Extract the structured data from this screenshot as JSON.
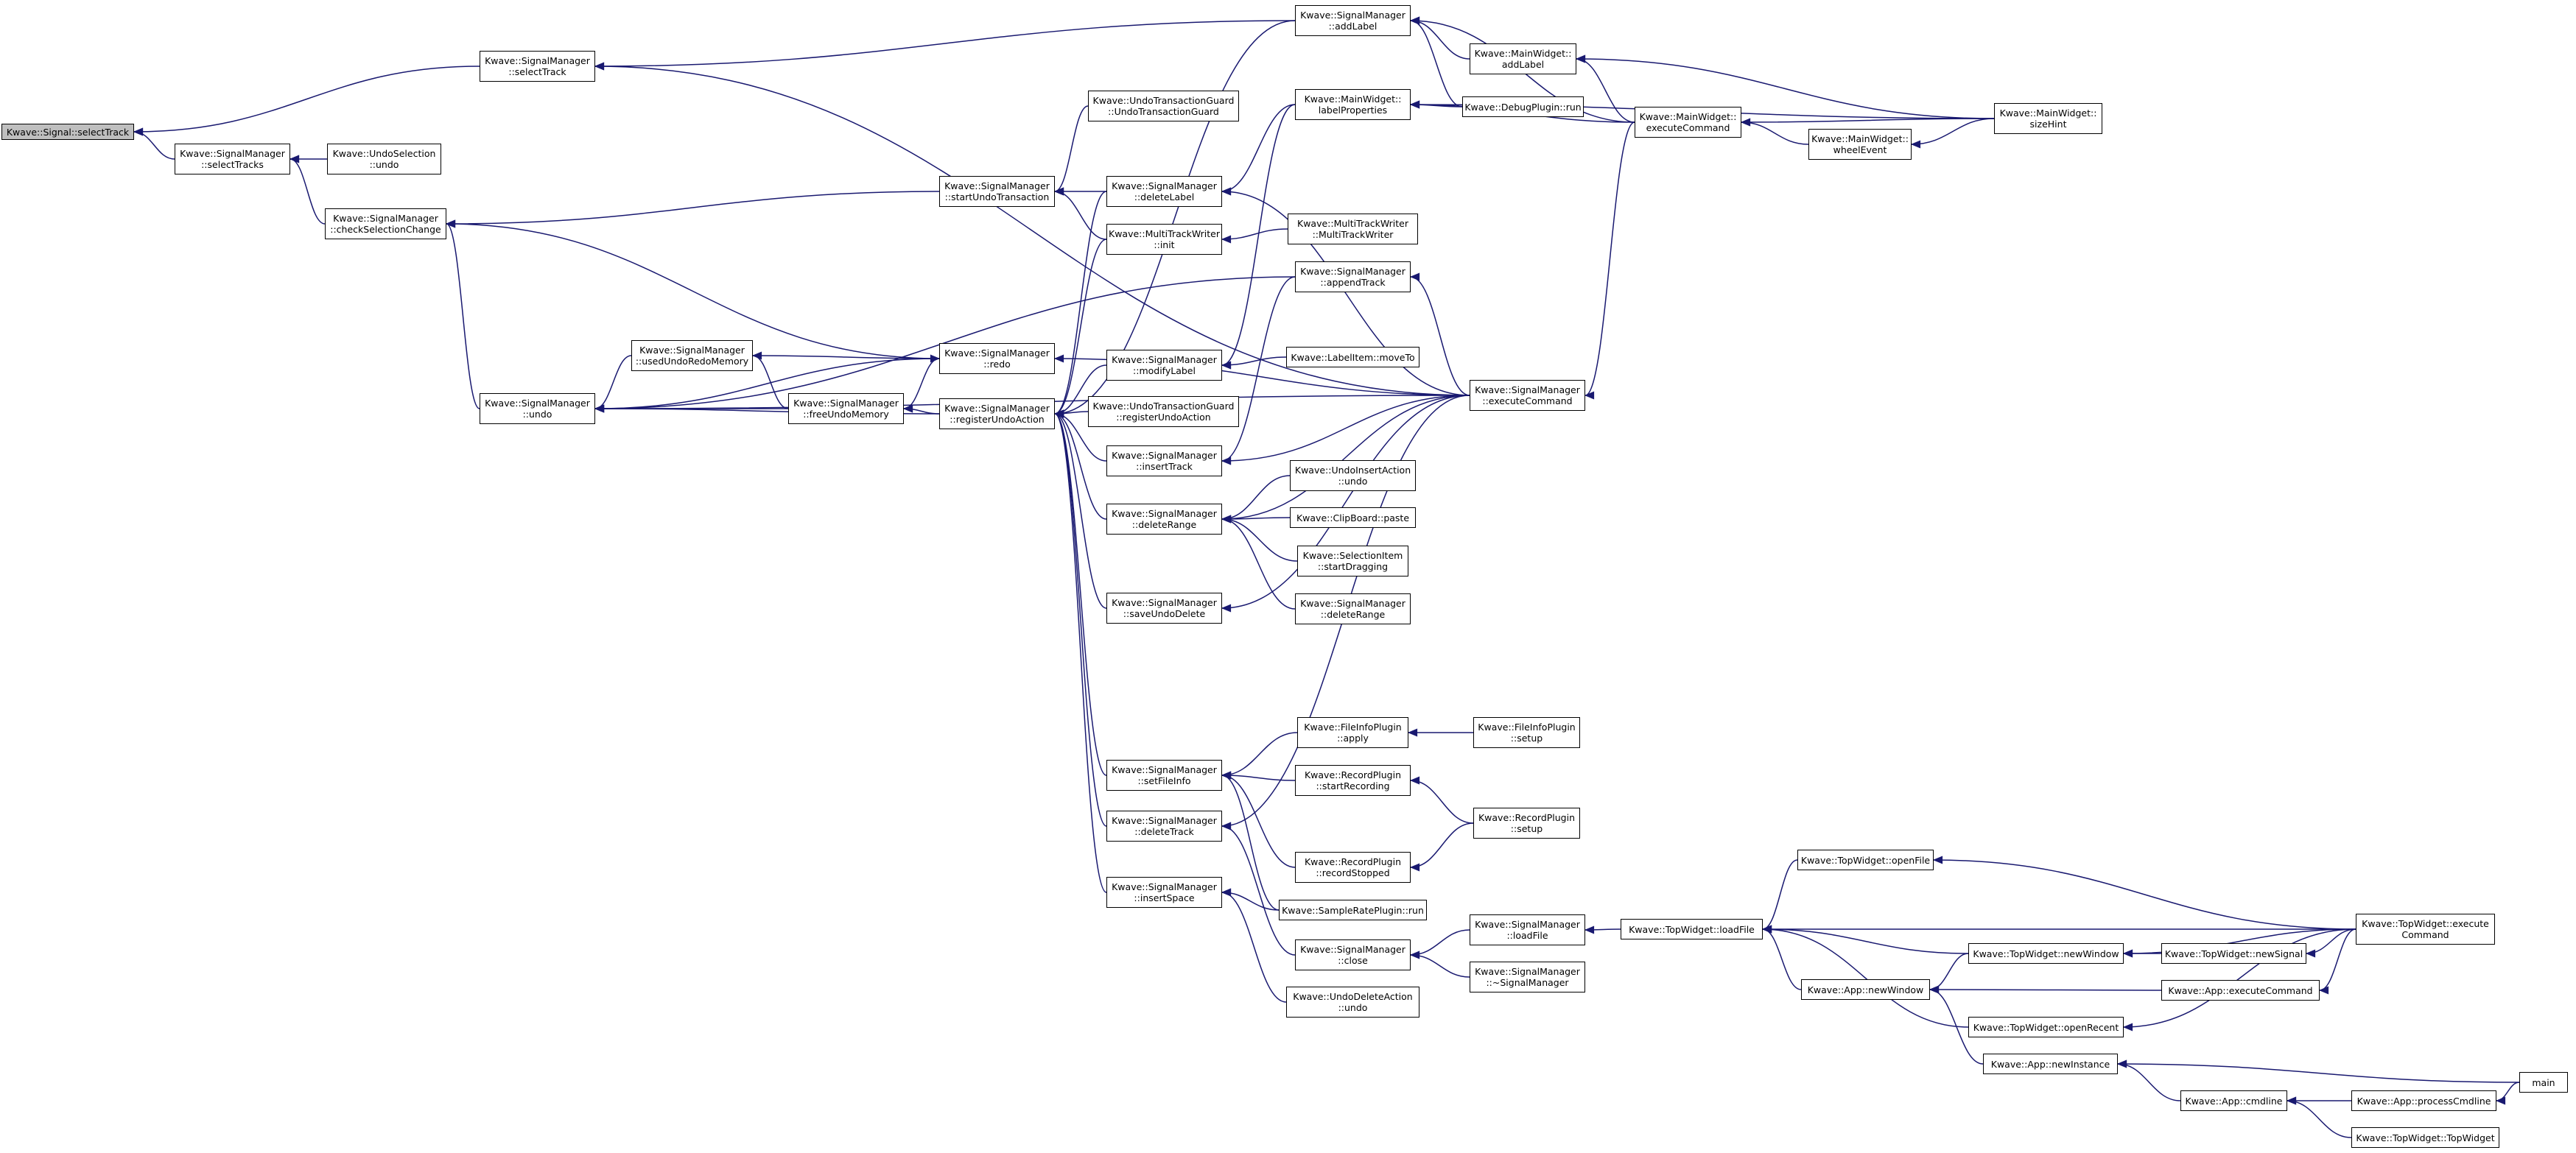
{
  "graph": {
    "edge_color": "#191970",
    "root_fill": "#bfbfbf",
    "nodes": [
      {
        "id": "selectTrack_sig",
        "lines": [
          "Kwave::Signal::selectTrack"
        ],
        "root": true
      },
      {
        "id": "sm_selectTrack",
        "lines": [
          "Kwave::SignalManager",
          "::selectTrack"
        ]
      },
      {
        "id": "sm_selectTracks",
        "lines": [
          "Kwave::SignalManager",
          "::selectTracks"
        ]
      },
      {
        "id": "undoSel_undo",
        "lines": [
          "Kwave::UndoSelection",
          "::undo"
        ]
      },
      {
        "id": "sm_checkSel",
        "lines": [
          "Kwave::SignalManager",
          "::checkSelectionChange"
        ]
      },
      {
        "id": "sm_undo",
        "lines": [
          "Kwave::SignalManager",
          "::undo"
        ]
      },
      {
        "id": "sm_usedUndo",
        "lines": [
          "Kwave::SignalManager",
          "::usedUndoRedoMemory"
        ]
      },
      {
        "id": "sm_freeUndo",
        "lines": [
          "Kwave::SignalManager",
          "::freeUndoMemory"
        ]
      },
      {
        "id": "sm_redo",
        "lines": [
          "Kwave::SignalManager",
          "::redo"
        ]
      },
      {
        "id": "sm_startUndo",
        "lines": [
          "Kwave::SignalManager",
          "::startUndoTransaction"
        ]
      },
      {
        "id": "sm_regUndo",
        "lines": [
          "Kwave::SignalManager",
          "::registerUndoAction"
        ]
      },
      {
        "id": "utg_ctor",
        "lines": [
          "Kwave::UndoTransactionGuard",
          "::UndoTransactionGuard"
        ]
      },
      {
        "id": "sm_deleteLabel",
        "lines": [
          "Kwave::SignalManager",
          "::deleteLabel"
        ]
      },
      {
        "id": "mtw_init",
        "lines": [
          "Kwave::MultiTrackWriter",
          "::init"
        ]
      },
      {
        "id": "sm_modifyLabel",
        "lines": [
          "Kwave::SignalManager",
          "::modifyLabel"
        ]
      },
      {
        "id": "utg_reg",
        "lines": [
          "Kwave::UndoTransactionGuard",
          "::registerUndoAction"
        ]
      },
      {
        "id": "sm_insertTrack",
        "lines": [
          "Kwave::SignalManager",
          "::insertTrack"
        ]
      },
      {
        "id": "sm_deleteRange",
        "lines": [
          "Kwave::SignalManager",
          "::deleteRange"
        ]
      },
      {
        "id": "sm_saveUndoDel",
        "lines": [
          "Kwave::SignalManager",
          "::saveUndoDelete"
        ]
      },
      {
        "id": "sm_setFileInfo",
        "lines": [
          "Kwave::SignalManager",
          "::setFileInfo"
        ]
      },
      {
        "id": "sm_deleteTrack",
        "lines": [
          "Kwave::SignalManager",
          "::deleteTrack"
        ]
      },
      {
        "id": "sm_insertSpace",
        "lines": [
          "Kwave::SignalManager",
          "::insertSpace"
        ]
      },
      {
        "id": "sm_addLabel",
        "lines": [
          "Kwave::SignalManager",
          "::addLabel"
        ]
      },
      {
        "id": "mw_labelProps",
        "lines": [
          "Kwave::MainWidget::",
          "labelProperties"
        ]
      },
      {
        "id": "mtw_ctor",
        "lines": [
          "Kwave::MultiTrackWriter",
          "::MultiTrackWriter"
        ]
      },
      {
        "id": "sm_appendTrack",
        "lines": [
          "Kwave::SignalManager",
          "::appendTrack"
        ]
      },
      {
        "id": "li_moveTo",
        "lines": [
          "Kwave::LabelItem::moveTo"
        ]
      },
      {
        "id": "uia_undo",
        "lines": [
          "Kwave::UndoInsertAction",
          "::undo"
        ]
      },
      {
        "id": "cb_paste",
        "lines": [
          "Kwave::ClipBoard::paste"
        ]
      },
      {
        "id": "si_startDrag",
        "lines": [
          "Kwave::SelectionItem",
          "::startDragging"
        ]
      },
      {
        "id": "sm_deleteRange2",
        "lines": [
          "Kwave::SignalManager",
          "::deleteRange"
        ]
      },
      {
        "id": "fip_apply",
        "lines": [
          "Kwave::FileInfoPlugin",
          "::apply"
        ]
      },
      {
        "id": "rp_startRec",
        "lines": [
          "Kwave::RecordPlugin",
          "::startRecording"
        ]
      },
      {
        "id": "rp_recStopped",
        "lines": [
          "Kwave::RecordPlugin",
          "::recordStopped"
        ]
      },
      {
        "id": "srp_run",
        "lines": [
          "Kwave::SampleRatePlugin::run"
        ]
      },
      {
        "id": "sm_close",
        "lines": [
          "Kwave::SignalManager",
          "::close"
        ]
      },
      {
        "id": "uda_undo",
        "lines": [
          "Kwave::UndoDeleteAction",
          "::undo"
        ]
      },
      {
        "id": "mw_addLabel",
        "lines": [
          "Kwave::MainWidget::",
          "addLabel"
        ]
      },
      {
        "id": "dp_run",
        "lines": [
          "Kwave::DebugPlugin::run"
        ]
      },
      {
        "id": "sm_execCmd",
        "lines": [
          "Kwave::SignalManager",
          "::executeCommand"
        ]
      },
      {
        "id": "fip_setup",
        "lines": [
          "Kwave::FileInfoPlugin",
          "::setup"
        ]
      },
      {
        "id": "rp_setup",
        "lines": [
          "Kwave::RecordPlugin",
          "::setup"
        ]
      },
      {
        "id": "sm_loadFile",
        "lines": [
          "Kwave::SignalManager",
          "::loadFile"
        ]
      },
      {
        "id": "sm_dtor",
        "lines": [
          "Kwave::SignalManager",
          "::~SignalManager"
        ]
      },
      {
        "id": "mw_execCmd",
        "lines": [
          "Kwave::MainWidget::",
          "executeCommand"
        ]
      },
      {
        "id": "mw_wheel",
        "lines": [
          "Kwave::MainWidget::",
          "wheelEvent"
        ]
      },
      {
        "id": "mw_sizeHint",
        "lines": [
          "Kwave::MainWidget::",
          "sizeHint"
        ]
      },
      {
        "id": "tw_loadFile",
        "lines": [
          "Kwave::TopWidget::loadFile"
        ]
      },
      {
        "id": "tw_openFile",
        "lines": [
          "Kwave::TopWidget::openFile"
        ]
      },
      {
        "id": "tw_newWindow",
        "lines": [
          "Kwave::TopWidget::newWindow"
        ]
      },
      {
        "id": "app_newWindow",
        "lines": [
          "Kwave::App::newWindow"
        ]
      },
      {
        "id": "tw_openRecent",
        "lines": [
          "Kwave::TopWidget::openRecent"
        ]
      },
      {
        "id": "app_newInstance",
        "lines": [
          "Kwave::App::newInstance"
        ]
      },
      {
        "id": "app_cmdline",
        "lines": [
          "Kwave::App::cmdline"
        ]
      },
      {
        "id": "tw_newSignal",
        "lines": [
          "Kwave::TopWidget::newSignal"
        ]
      },
      {
        "id": "app_execCmd",
        "lines": [
          "Kwave::App::executeCommand"
        ]
      },
      {
        "id": "tw_execCmd",
        "lines": [
          "Kwave::TopWidget::execute",
          "Command"
        ]
      },
      {
        "id": "app_processCmd",
        "lines": [
          "Kwave::App::processCmdline"
        ]
      },
      {
        "id": "tw_ctor",
        "lines": [
          "Kwave::TopWidget::TopWidget"
        ]
      },
      {
        "id": "main",
        "lines": [
          "main"
        ]
      }
    ],
    "edges": [
      [
        "sm_selectTrack",
        "selectTrack_sig"
      ],
      [
        "sm_selectTracks",
        "selectTrack_sig"
      ],
      [
        "undoSel_undo",
        "sm_selectTracks"
      ],
      [
        "sm_checkSel",
        "sm_selectTracks"
      ],
      [
        "sm_undo",
        "sm_checkSel"
      ],
      [
        "sm_redo",
        "sm_checkSel"
      ],
      [
        "sm_startUndo",
        "sm_checkSel"
      ],
      [
        "sm_deleteLabel",
        "sm_startUndo"
      ],
      [
        "utg_ctor",
        "sm_startUndo"
      ],
      [
        "mtw_init",
        "sm_startUndo"
      ],
      [
        "sm_addLabel",
        "sm_selectTrack"
      ],
      [
        "sm_execCmd",
        "sm_selectTrack"
      ],
      [
        "sm_freeUndo",
        "sm_usedUndo"
      ],
      [
        "sm_usedUndo",
        "sm_undo"
      ],
      [
        "sm_freeUndo",
        "sm_undo"
      ],
      [
        "sm_regUndo",
        "sm_undo"
      ],
      [
        "sm_redo",
        "sm_undo"
      ],
      [
        "sm_regUndo",
        "sm_freeUndo"
      ],
      [
        "sm_redo",
        "sm_freeUndo"
      ],
      [
        "sm_usedUndo",
        "sm_redo"
      ],
      [
        "sm_execCmd",
        "sm_redo"
      ],
      [
        "sm_execCmd",
        "sm_undo"
      ],
      [
        "sm_appendTrack",
        "sm_undo"
      ],
      [
        "sm_addLabel",
        "sm_regUndo"
      ],
      [
        "sm_deleteLabel",
        "sm_regUndo"
      ],
      [
        "mtw_init",
        "sm_regUndo"
      ],
      [
        "sm_modifyLabel",
        "sm_regUndo"
      ],
      [
        "utg_reg",
        "sm_regUndo"
      ],
      [
        "sm_insertTrack",
        "sm_regUndo"
      ],
      [
        "sm_deleteRange",
        "sm_regUndo"
      ],
      [
        "sm_saveUndoDel",
        "sm_regUndo"
      ],
      [
        "sm_setFileInfo",
        "sm_regUndo"
      ],
      [
        "sm_deleteTrack",
        "sm_regUndo"
      ],
      [
        "sm_insertSpace",
        "sm_regUndo"
      ],
      [
        "mw_labelProps",
        "sm_deleteLabel"
      ],
      [
        "sm_execCmd",
        "sm_deleteLabel"
      ],
      [
        "mtw_ctor",
        "mtw_init"
      ],
      [
        "mw_labelProps",
        "sm_modifyLabel"
      ],
      [
        "li_moveTo",
        "sm_modifyLabel"
      ],
      [
        "sm_appendTrack",
        "sm_insertTrack"
      ],
      [
        "sm_execCmd",
        "sm_insertTrack"
      ],
      [
        "uia_undo",
        "sm_deleteRange"
      ],
      [
        "cb_paste",
        "sm_deleteRange"
      ],
      [
        "si_startDrag",
        "sm_deleteRange"
      ],
      [
        "sm_deleteRange2",
        "sm_deleteRange"
      ],
      [
        "sm_execCmd",
        "sm_deleteRange"
      ],
      [
        "sm_execCmd",
        "sm_saveUndoDel"
      ],
      [
        "fip_apply",
        "sm_setFileInfo"
      ],
      [
        "rp_startRec",
        "sm_setFileInfo"
      ],
      [
        "rp_recStopped",
        "sm_setFileInfo"
      ],
      [
        "srp_run",
        "sm_setFileInfo"
      ],
      [
        "sm_execCmd",
        "sm_deleteTrack"
      ],
      [
        "sm_close",
        "sm_deleteTrack"
      ],
      [
        "srp_run",
        "sm_insertSpace"
      ],
      [
        "uda_undo",
        "sm_insertSpace"
      ],
      [
        "mw_addLabel",
        "sm_addLabel"
      ],
      [
        "dp_run",
        "sm_addLabel"
      ],
      [
        "mw_execCmd",
        "sm_addLabel"
      ],
      [
        "mw_execCmd",
        "mw_labelProps"
      ],
      [
        "mw_sizeHint",
        "mw_labelProps"
      ],
      [
        "dp_run",
        "mw_labelProps"
      ],
      [
        "mw_execCmd",
        "mw_addLabel"
      ],
      [
        "mw_sizeHint",
        "mw_addLabel"
      ],
      [
        "mw_wheel",
        "mw_execCmd"
      ],
      [
        "mw_sizeHint",
        "mw_execCmd"
      ],
      [
        "mw_sizeHint",
        "mw_wheel"
      ],
      [
        "sm_execCmd",
        "sm_appendTrack"
      ],
      [
        "mw_execCmd",
        "sm_execCmd"
      ],
      [
        "fip_setup",
        "fip_apply"
      ],
      [
        "rp_setup",
        "rp_startRec"
      ],
      [
        "rp_setup",
        "rp_recStopped"
      ],
      [
        "sm_loadFile",
        "sm_close"
      ],
      [
        "sm_dtor",
        "sm_close"
      ],
      [
        "tw_loadFile",
        "sm_loadFile"
      ],
      [
        "tw_openFile",
        "tw_loadFile"
      ],
      [
        "tw_newWindow",
        "tw_loadFile"
      ],
      [
        "app_newWindow",
        "tw_loadFile"
      ],
      [
        "tw_openRecent",
        "tw_loadFile"
      ],
      [
        "tw_execCmd",
        "tw_loadFile"
      ],
      [
        "tw_execCmd",
        "tw_openFile"
      ],
      [
        "tw_newSignal",
        "tw_newWindow"
      ],
      [
        "tw_execCmd",
        "tw_newWindow"
      ],
      [
        "app_newInstance",
        "app_newWindow"
      ],
      [
        "tw_newWindow",
        "app_newWindow"
      ],
      [
        "app_execCmd",
        "app_newWindow"
      ],
      [
        "tw_execCmd",
        "tw_newSignal"
      ],
      [
        "tw_execCmd",
        "app_execCmd"
      ],
      [
        "tw_execCmd",
        "tw_openRecent"
      ],
      [
        "app_cmdline",
        "app_newInstance"
      ],
      [
        "main",
        "app_newInstance"
      ],
      [
        "app_processCmd",
        "app_cmdline"
      ],
      [
        "tw_ctor",
        "app_cmdline"
      ],
      [
        "main",
        "app_processCmd"
      ]
    ]
  }
}
